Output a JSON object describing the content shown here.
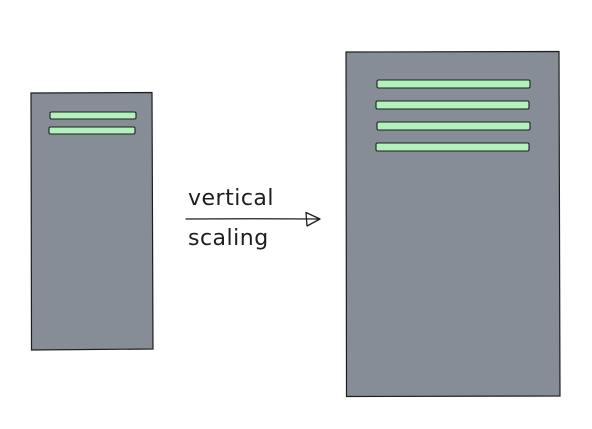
{
  "diagram": {
    "label_lines": [
      "vertical",
      "scaling"
    ],
    "small_server": {
      "slot_count": 2
    },
    "large_server": {
      "slot_count": 4
    },
    "colors": {
      "server_body": "#878d96",
      "slot_fill": "#b2f2bb",
      "stroke": "#1e1e1e",
      "background": "#ffffff"
    },
    "icons": [
      "server-icon",
      "arrow-right-icon"
    ]
  }
}
